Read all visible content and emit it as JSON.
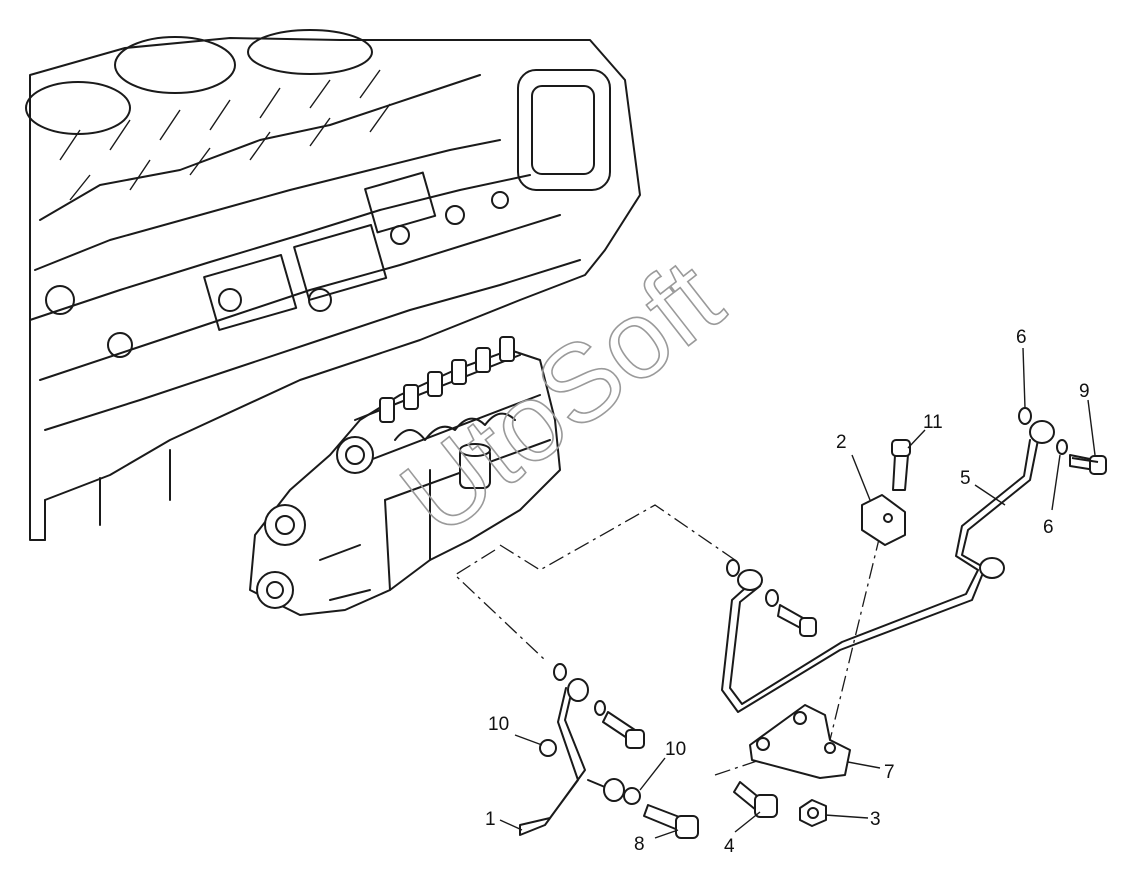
{
  "diagram": {
    "watermark": "UtoSoft",
    "callouts": {
      "c1": "1",
      "c2": "2",
      "c3": "3",
      "c4": "4",
      "c5": "5",
      "c6a": "6",
      "c6b": "6",
      "c7": "7",
      "c8": "8",
      "c9": "9",
      "c10a": "10",
      "c10b": "10",
      "c11": "11"
    }
  }
}
